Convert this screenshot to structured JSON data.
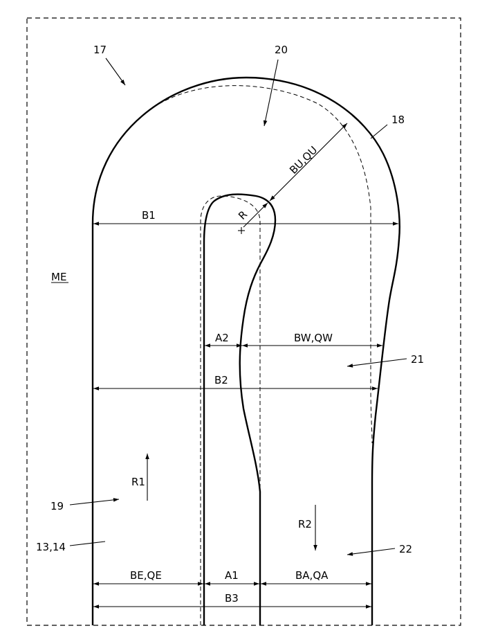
{
  "labels": {
    "ref_17": "17",
    "ref_20": "20",
    "ref_18": "18",
    "bu_qu": "BU,QU",
    "radius": "R",
    "b1": "B1",
    "me": "ME",
    "a2": "A2",
    "bw_qw": "BW,QW",
    "ref_21": "21",
    "b2": "B2",
    "r1": "R1",
    "ref_19": "19",
    "r2": "R2",
    "ref_13_14": "13,14",
    "ref_22": "22",
    "be_qe": "BE,QE",
    "a1": "A1",
    "ba_qa": "BA,QA",
    "b3": "B3"
  }
}
